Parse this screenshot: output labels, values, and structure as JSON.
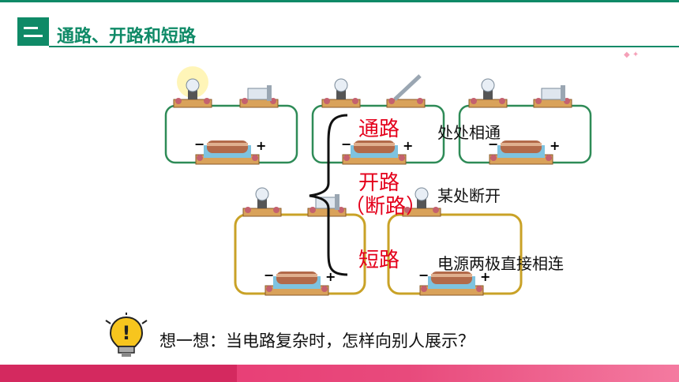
{
  "header": {
    "title": "通路、开路和短路"
  },
  "states": [
    {
      "name": "通路",
      "desc": "处处相通"
    },
    {
      "name": "开路",
      "name2": "（断路）",
      "desc": "某处断开"
    },
    {
      "name": "短路",
      "desc": "电源两极直接相连"
    }
  ],
  "prompt": "想一想：当电路复杂时，怎样向别人展示？",
  "battery_plus": "+",
  "battery_minus": "−",
  "colors": {
    "accent": "#0f8a67",
    "label_red": "#e4001b",
    "bar_pink": "#e8316f",
    "wire_green": "#2e8b57",
    "wire_yellow": "#c9a227"
  }
}
